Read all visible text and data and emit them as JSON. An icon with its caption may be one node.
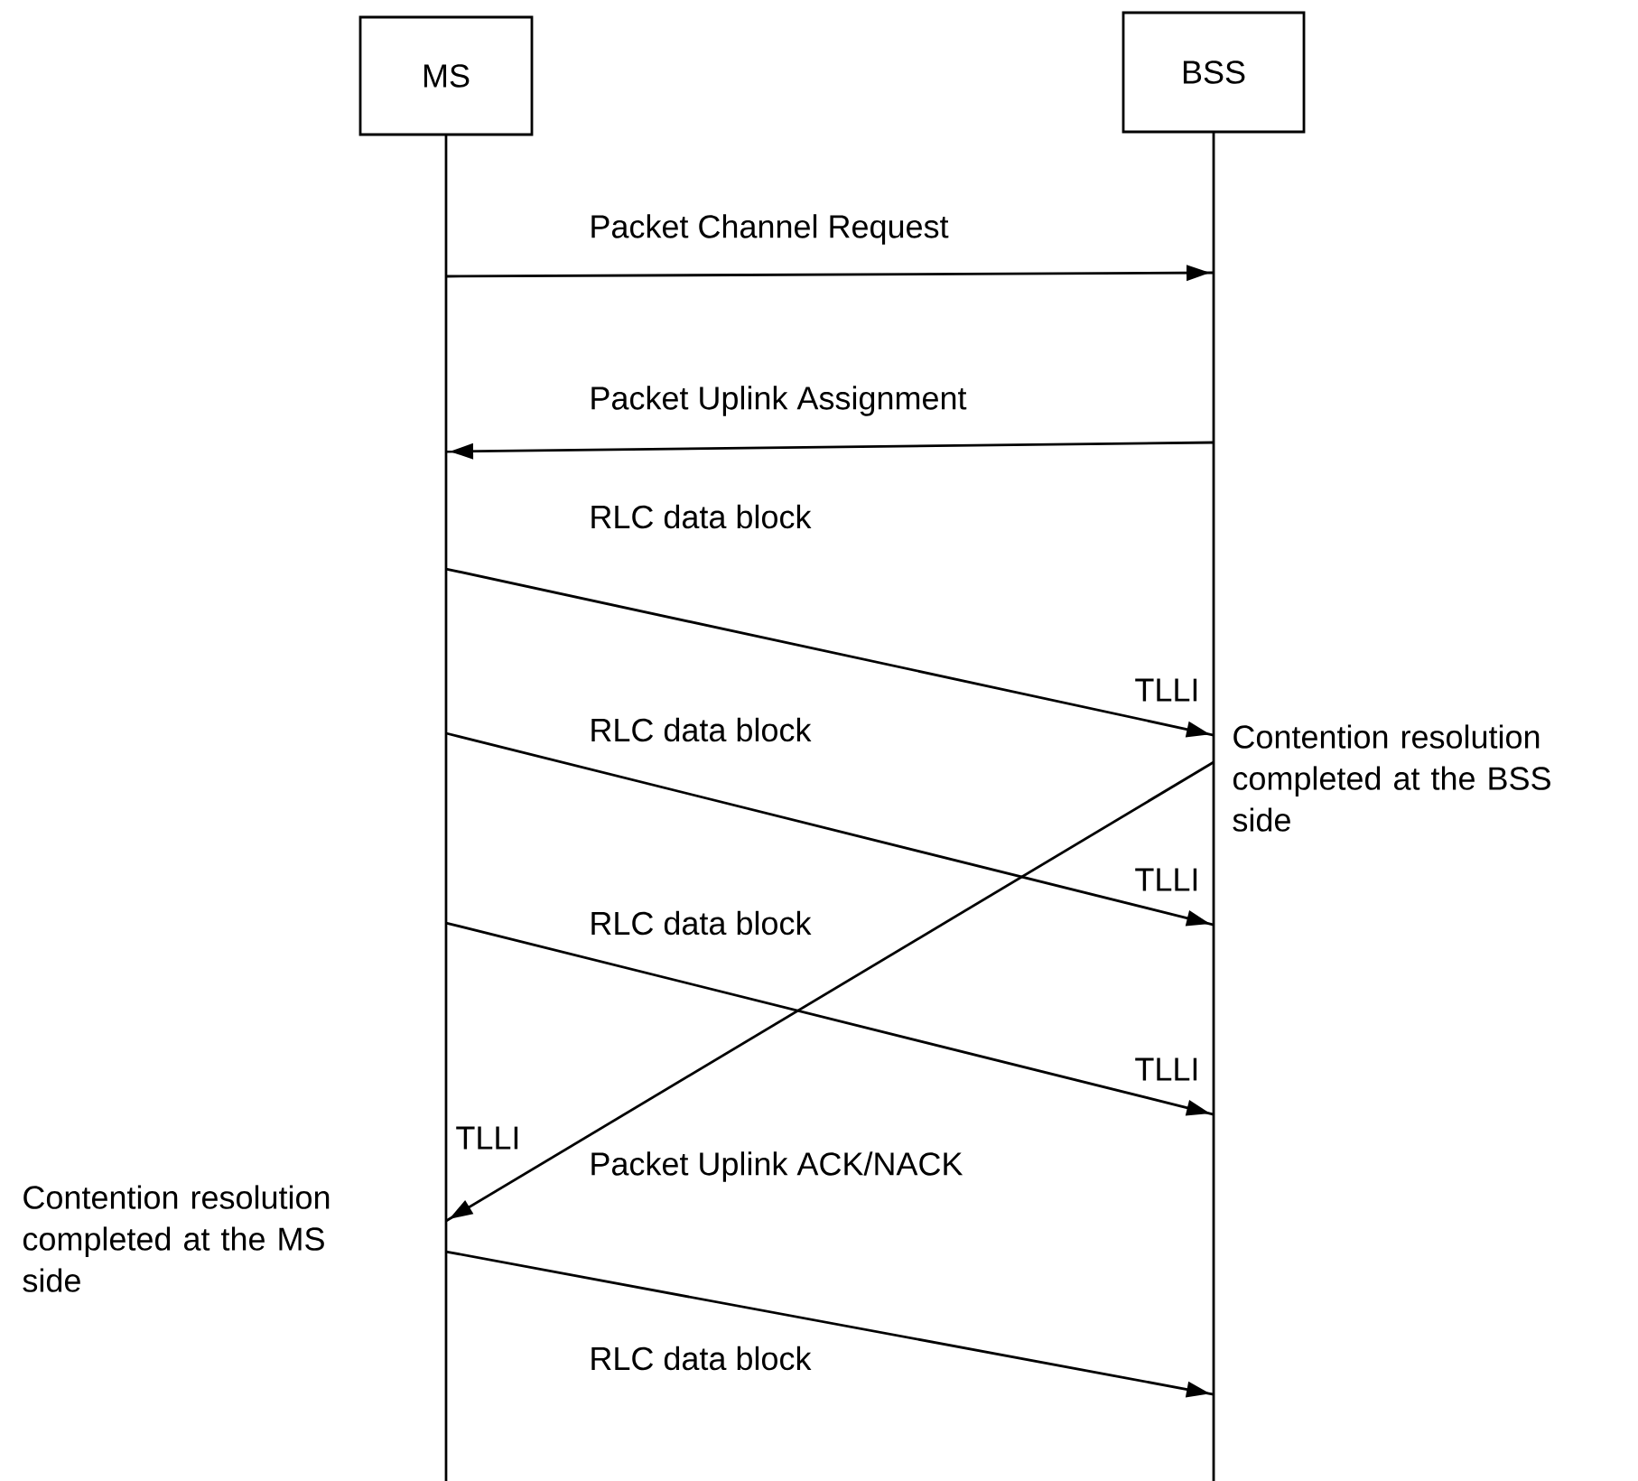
{
  "diagram": {
    "nodes": [
      {
        "text": [
          "MS"
        ]
      },
      {
        "text": [
          "BSS"
        ]
      }
    ],
    "edges": [
      {
        "from": 0,
        "to": 1,
        "arrow": "to",
        "label": "Packet Channel Request"
      },
      {
        "from": 1,
        "to": 0,
        "arrow": "to",
        "label": "Packet Uplink Assignment"
      },
      {
        "from": 0,
        "to": 1,
        "arrow": "to",
        "label": "RLC data block"
      },
      {
        "from": 0,
        "to": 1,
        "arrow": "to",
        "label": "RLC data block"
      },
      {
        "from": 0,
        "to": 1,
        "arrow": "to",
        "label": "RLC data block"
      },
      {
        "from": 1,
        "to": 0,
        "arrow": "to",
        "label": "Packet Uplink ACK/NACK"
      },
      {
        "from": 0,
        "to": 1,
        "arrow": "to",
        "label": "RLC data block"
      }
    ],
    "labels": [
      "TLLI",
      "Contention resolution completed at the BSS side",
      "TLLI",
      "TLLI",
      "TLLI",
      "Contention resolution completed at the MS side"
    ]
  }
}
